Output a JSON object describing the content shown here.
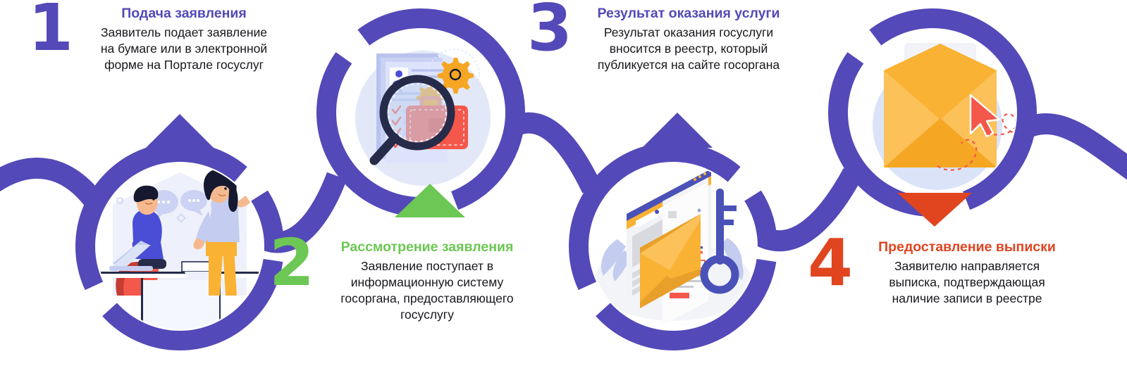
{
  "palette": {
    "purple": "#5349b8",
    "green": "#6cc754",
    "red": "#e04520",
    "body_text": "#17171c",
    "tint_blue": "#eef1fb",
    "tint_lavender": "#d9e0f7",
    "white": "#ffffff",
    "yellow": "#f9b233",
    "amber": "#f5a623",
    "dark_navy": "#262b4a",
    "soft_violet": "#b9bdf0",
    "grey": "#d8d8d8"
  },
  "steps": [
    {
      "number": "1",
      "title": "Подача заявления",
      "body": "Заявитель подает заявление\nна бумаге или в электронной\nформе на Портале госуслуг",
      "title_color": "#5349b8",
      "number_color": "#5349b8",
      "marker": "triangle-up-purple",
      "illustration": "people-at-desk-with-laptop"
    },
    {
      "number": "2",
      "title": "Рассмотрение заявления",
      "body": "Заявление поступает в\nинформационную систему\nгосоргана, предоставляющего\nгосуслугу",
      "title_color": "#6cc754",
      "number_color": "#6cc754",
      "marker": "triangle-up-green",
      "illustration": "documents-magnifier-gears-briefcase"
    },
    {
      "number": "3",
      "title": "Результат оказания услуги",
      "body": "Результат оказания госуслуги\nвносится в реестр, который\nпубликуется на сайте госоргана",
      "title_color": "#5349b8",
      "number_color": "#5349b8",
      "marker": "triangle-up-purple",
      "illustration": "website-envelope-profile-key"
    },
    {
      "number": "4",
      "title": "Предоставление выписки",
      "body": "Заявителю направляется\nвыписка, подтверждающая\nналичие записи в реестре",
      "title_color": "#e04520",
      "number_color": "#e04520",
      "marker": "triangle-down-red",
      "illustration": "open-envelope-with-qr-letter"
    }
  ]
}
